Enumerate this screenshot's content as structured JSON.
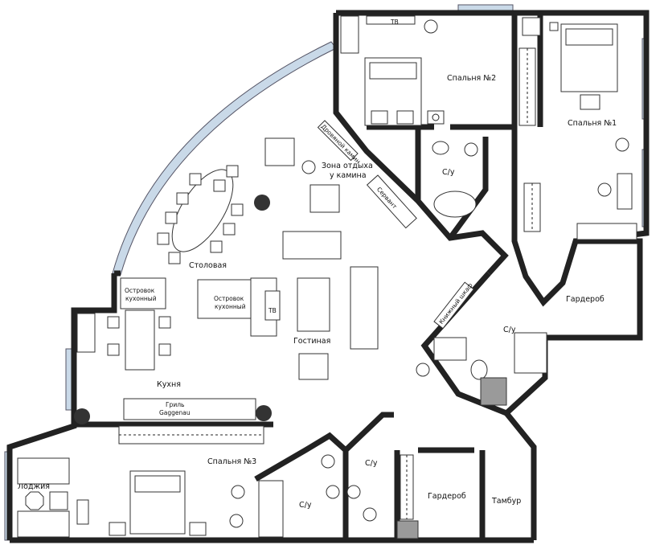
{
  "rooms": {
    "bedroom2": "Спальня №2",
    "bedroom1": "Спальня №1",
    "bedroom3": "Спальня №3",
    "dining": "Столовая",
    "living": "Гостиная",
    "kitchen": "Кухня",
    "fireplace_zone_line1": "Зона отдыха",
    "fireplace_zone_line2": "у камина",
    "bath_a": "С/у",
    "bath_b": "С/у",
    "bath_c": "С/у",
    "bath_d": "С/у",
    "wardrobe_a": "Гардероб",
    "wardrobe_b": "Гардероб",
    "vestibule": "Тамбур",
    "loggia": "Лоджия"
  },
  "furniture": {
    "tv_top": "ТВ",
    "tv_living": "ТВ",
    "island_line1": "Островок",
    "island_line2": "кухонный",
    "island_left_line1": "Островок",
    "island_left_line2": "кухонный",
    "sideboard": "Сервант",
    "firewood": "Дровяной камин",
    "bookcase": "Книжный шкаф",
    "grill": "Гриль",
    "gaggenau": "Gaggenau"
  }
}
